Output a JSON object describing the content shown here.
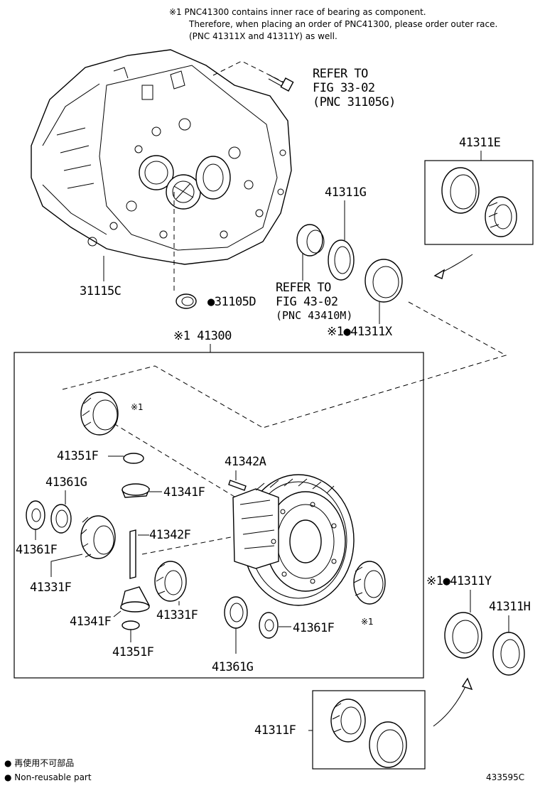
{
  "notes": {
    "line1": "※1 PNC41300 contains inner race of bearing as component.",
    "line2": "Therefore, when placing an order of PNC41300, please order outer race.",
    "line3": "(PNC 41311X and 41311Y) as well."
  },
  "refs": {
    "top": [
      "REFER TO",
      "FIG 33-02",
      "(PNC 31105G)"
    ],
    "mid": [
      "REFER TO",
      "FIG 43-02",
      "(PNC 43410M)"
    ]
  },
  "labels": {
    "p41311E": "41311E",
    "p41311G": "41311G",
    "p31115C": "31115C",
    "p31105D": "●31105D",
    "p41311X": "※1●41311X",
    "p41300": "※1 41300",
    "mark1a": "※1",
    "p41351F_a": "41351F",
    "p41342A": "41342A",
    "p41361G_a": "41361G",
    "p41341F_a": "41341F",
    "p41361F_a": "41361F",
    "p41342F": "41342F",
    "p41331F_a": "41331F",
    "p41341F_b": "41341F",
    "p41331F_b": "41331F",
    "p41351F_b": "41351F",
    "p41361F_b": "41361F",
    "p41361G_b": "41361G",
    "mark1b": "※1",
    "p41311Y": "※1●41311Y",
    "p41311H": "41311H",
    "p41311F": "41311F"
  },
  "legend": {
    "jp": "● 再使用不可部品",
    "en": "● Non-reusable part"
  },
  "figure_id": "433595C"
}
